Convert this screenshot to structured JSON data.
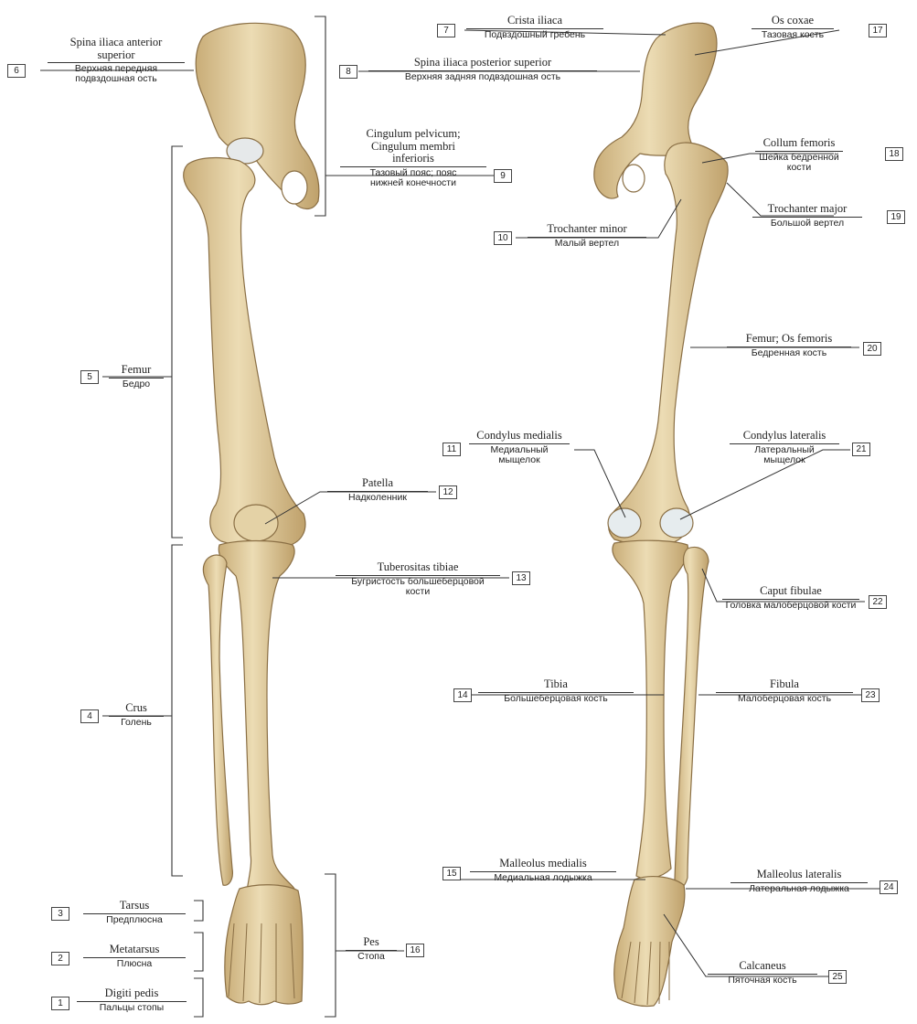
{
  "labels": [
    {
      "id": "1",
      "lat": "Digiti pedis",
      "rus": "Пальцы стопы"
    },
    {
      "id": "2",
      "lat": "Metatarsus",
      "rus": "Плюсна"
    },
    {
      "id": "3",
      "lat": "Tarsus",
      "rus": "Предплюсна"
    },
    {
      "id": "4",
      "lat": "Crus",
      "rus": "Голень"
    },
    {
      "id": "5",
      "lat": "Femur",
      "rus": "Бедро"
    },
    {
      "id": "6",
      "lat": "Spina iliaca anterior superior",
      "rus": "Верхняя передняя подвздошная ость"
    },
    {
      "id": "7",
      "lat": "Crista iliaca",
      "rus": "Подвздошный гребень"
    },
    {
      "id": "8",
      "lat": "Spina iliaca posterior superior",
      "rus": "Верхняя задняя подвздошная ость"
    },
    {
      "id": "9",
      "lat": "Cingulum pelvicum; Cingulum membri inferioris",
      "rus": "Тазовый пояс; пояс нижней конечности"
    },
    {
      "id": "10",
      "lat": "Trochanter minor",
      "rus": "Малый вертел"
    },
    {
      "id": "11",
      "lat": "Condylus medialis",
      "rus": "Медиальный мыщелок"
    },
    {
      "id": "12",
      "lat": "Patella",
      "rus": "Надколенник"
    },
    {
      "id": "13",
      "lat": "Tuberositas tibiae",
      "rus": "Бугристость большеберцовой кости"
    },
    {
      "id": "14",
      "lat": "Tibia",
      "rus": "Большеберцовая кость"
    },
    {
      "id": "15",
      "lat": "Malleolus medialis",
      "rus": "Медиальная лодыжка"
    },
    {
      "id": "16",
      "lat": "Pes",
      "rus": "Стопа"
    },
    {
      "id": "17",
      "lat": "Os coxae",
      "rus": "Тазовая кость"
    },
    {
      "id": "18",
      "lat": "Collum femoris",
      "rus": "Шейка бедренной кости"
    },
    {
      "id": "19",
      "lat": "Trochanter major",
      "rus": "Большой вертел"
    },
    {
      "id": "20",
      "lat": "Femur; Os femoris",
      "rus": "Бедренная кость"
    },
    {
      "id": "21",
      "lat": "Condylus lateralis",
      "rus": "Латеральный мыщелок"
    },
    {
      "id": "22",
      "lat": "Caput fibulae",
      "rus": "Головка малоберцовой кости"
    },
    {
      "id": "23",
      "lat": "Fibula",
      "rus": "Малоберцовая кость"
    },
    {
      "id": "24",
      "lat": "Malleolus lateralis",
      "rus": "Латеральная лодыжка"
    },
    {
      "id": "25",
      "lat": "Calcaneus",
      "rus": "Пяточная кость"
    }
  ],
  "colors": {
    "bone": "#e2cfa2",
    "bone_shadow": "#c4a873",
    "bone_outline": "#8a6f45",
    "cartilage": "#eef2f4",
    "line": "#333333"
  }
}
